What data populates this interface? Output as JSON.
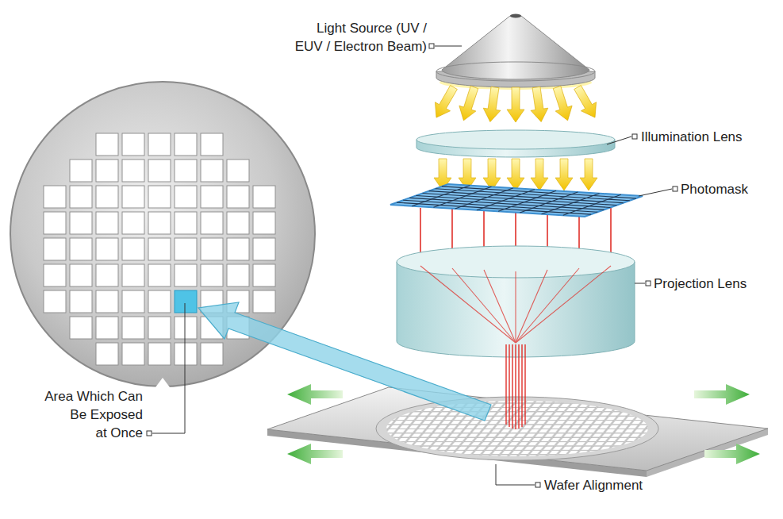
{
  "diagram": {
    "labels": [
      "Light Source (UV / EUV / Electron Beam)",
      "Illumination Lens",
      "Photomask",
      "Projection Lens",
      "Wafer Alignment",
      "Area Which Can Be Exposed at Once"
    ]
  }
}
